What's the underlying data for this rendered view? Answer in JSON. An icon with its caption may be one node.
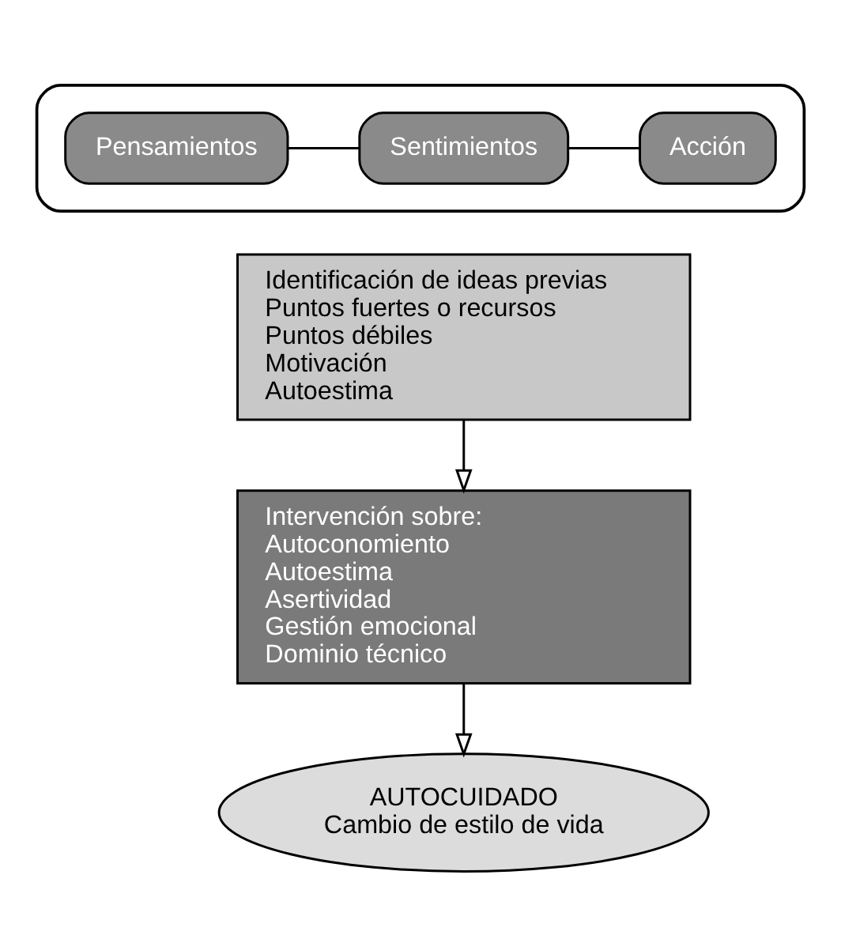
{
  "diagram": {
    "nodes": [
      {
        "text": [],
        "shape": "ellipse"
      },
      {
        "text": [
          "Pensamientos"
        ],
        "in": 0
      },
      {
        "text": [
          "Sentimientos"
        ],
        "in": 0
      },
      {
        "text": [
          "Acción"
        ],
        "in": 0
      },
      {
        "text": [
          "Identificación de ideas previas",
          "Puntos fuertes o recursos",
          "Puntos débiles",
          "Motivación",
          "Autoestima"
        ]
      },
      {
        "text": [
          "Intervención sobre:",
          "Autoconomiento",
          "Autoestima",
          "Asertividad",
          "Gestión emocional",
          "Dominio técnico"
        ]
      },
      {
        "text": [
          "AUTOCUIDADO",
          "Cambio de estilo de vida"
        ]
      }
    ],
    "edges": [
      {
        "from": 1,
        "to": 2,
        "arrow": "none"
      },
      {
        "from": 2,
        "to": 3,
        "arrow": "none"
      },
      {
        "from": 4,
        "to": 5,
        "arrow": "to"
      },
      {
        "from": 5,
        "to": 6,
        "arrow": "to"
      }
    ]
  }
}
